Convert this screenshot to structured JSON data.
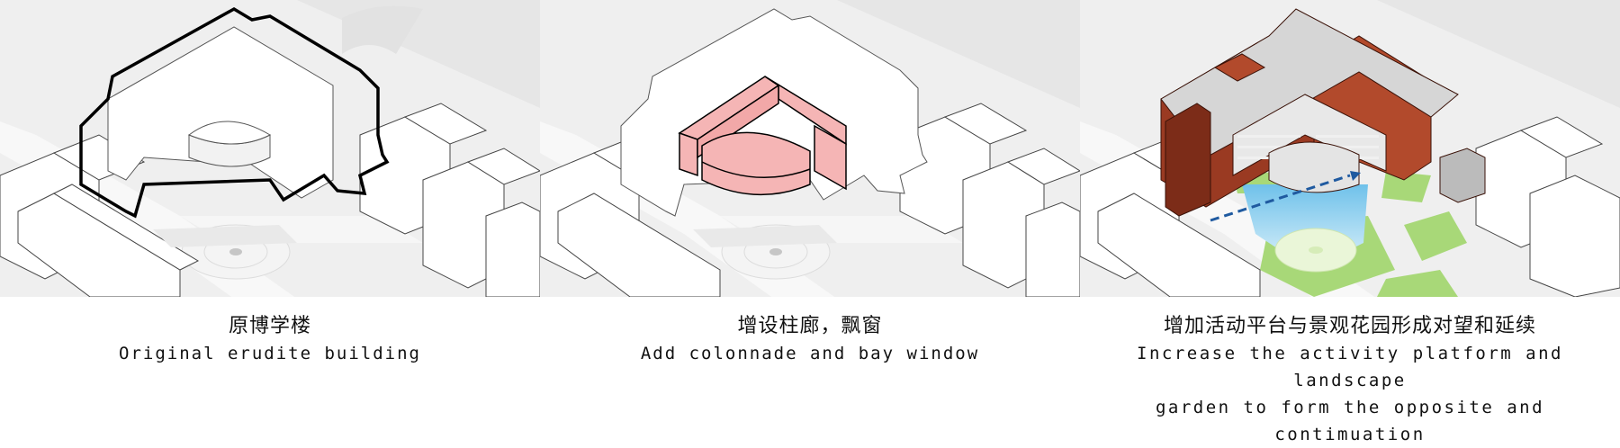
{
  "panels": [
    {
      "title_zh": "原博学楼",
      "title_en": "Original erudite building"
    },
    {
      "title_zh": "增设柱廊，飘窗",
      "title_en": "Add colonnade and bay window"
    },
    {
      "title_zh": "增加活动平台与景观花园形成对望和延续",
      "title_en": "Increase the activity platform and landscape\ngarden to form the opposite and contimuation"
    }
  ],
  "colors": {
    "site_bg": "#ececec",
    "road": "#f8f8f8",
    "outline": "#000000",
    "pink": "#f5b5b5",
    "brick": "#9a3a22",
    "roof": "#d6d6d6",
    "water": "#8fd0ef",
    "lawn": "#a8d878",
    "arrow": "#1f5aa0"
  }
}
